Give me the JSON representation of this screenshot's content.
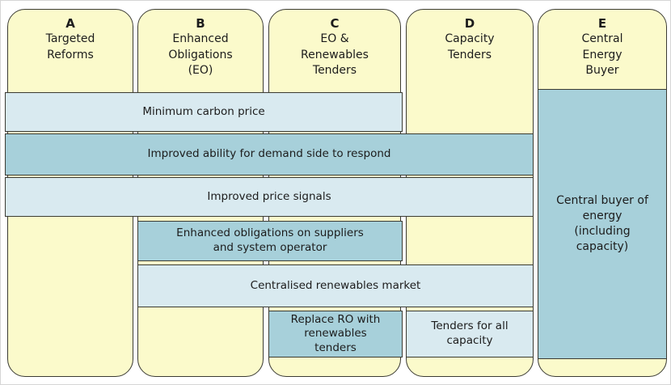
{
  "diagram": {
    "columns": [
      {
        "letter": "A",
        "name": "Targeted\nReforms"
      },
      {
        "letter": "B",
        "name": "Enhanced\nObligations\n(EO)"
      },
      {
        "letter": "C",
        "name": "EO &\nRenewables\nTenders"
      },
      {
        "letter": "D",
        "name": "Capacity\nTenders"
      },
      {
        "letter": "E",
        "name": "Central\nEnergy\nBuyer"
      }
    ],
    "bars": [
      {
        "label": "Minimum carbon price",
        "from": "A",
        "to": "C",
        "tone": "light"
      },
      {
        "label": "Improved ability for demand side to respond",
        "from": "A",
        "to": "D",
        "tone": "medium"
      },
      {
        "label": "Improved price signals",
        "from": "A",
        "to": "D",
        "tone": "light"
      },
      {
        "label": "Enhanced obligations on suppliers\nand system operator",
        "from": "B",
        "to": "C",
        "tone": "medium"
      },
      {
        "label": "Centralised renewables market",
        "from": "B",
        "to": "D",
        "tone": "light"
      },
      {
        "label": "Replace RO with\nrenewables\ntenders",
        "from": "C",
        "to": "C",
        "tone": "medium"
      },
      {
        "label": "Tenders for all\ncapacity",
        "from": "D",
        "to": "D",
        "tone": "light"
      }
    ],
    "central_buyer": {
      "label": "Central buyer of\nenergy\n(including\ncapacity)",
      "column": "E",
      "tone": "medium"
    },
    "colors": {
      "column_fill": "#fbfacb",
      "bar_light": "#d9eaf0",
      "bar_medium": "#a7d0da",
      "border": "#3b3b33",
      "text": "#1c1c1c",
      "page_bg": "#ffffff"
    }
  }
}
